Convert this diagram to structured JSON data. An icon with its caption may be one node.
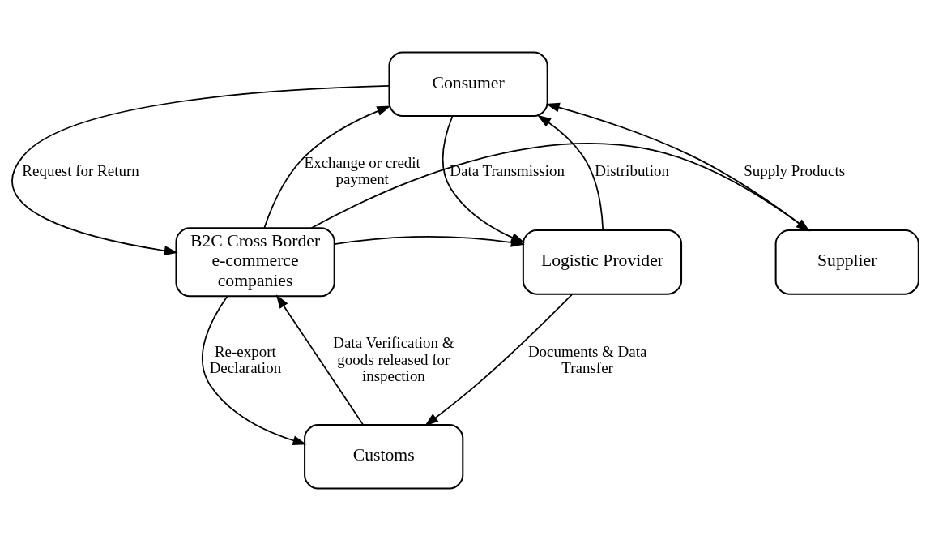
{
  "diagram": {
    "nodes": [
      {
        "text": [
          "Consumer"
        ]
      },
      {
        "text": [
          "Supplier"
        ]
      },
      {
        "text": [
          "B2C Cross Border e-commerce companies"
        ]
      },
      {
        "text": [
          "Logistic Provider"
        ]
      },
      {
        "text": [
          "Customs"
        ]
      }
    ],
    "edges": [
      {
        "from": 1,
        "to": 0,
        "arrow": "to",
        "label": "Supply Products"
      },
      {
        "from": 0,
        "to": 2,
        "arrow": "to",
        "label": "Request for Return"
      },
      {
        "from": 2,
        "to": 0,
        "arrow": "to",
        "label": "Exchange or credit payment"
      },
      {
        "from": 0,
        "to": 3,
        "arrow": "to",
        "label": "Data Transmission"
      },
      {
        "from": 3,
        "to": 0,
        "arrow": "to",
        "label": "Distribution"
      },
      {
        "from": 2,
        "to": 1,
        "arrow": "to"
      },
      {
        "from": 2,
        "to": 3,
        "arrow": "to"
      },
      {
        "from": 4,
        "to": 2,
        "arrow": "to",
        "label": "Data Verification & goods released for inspection"
      },
      {
        "from": 2,
        "to": 4,
        "arrow": "to",
        "label": "Re-export Declaration"
      },
      {
        "from": 3,
        "to": 4,
        "arrow": "to",
        "label": "Documents & Data Transfer"
      }
    ]
  }
}
